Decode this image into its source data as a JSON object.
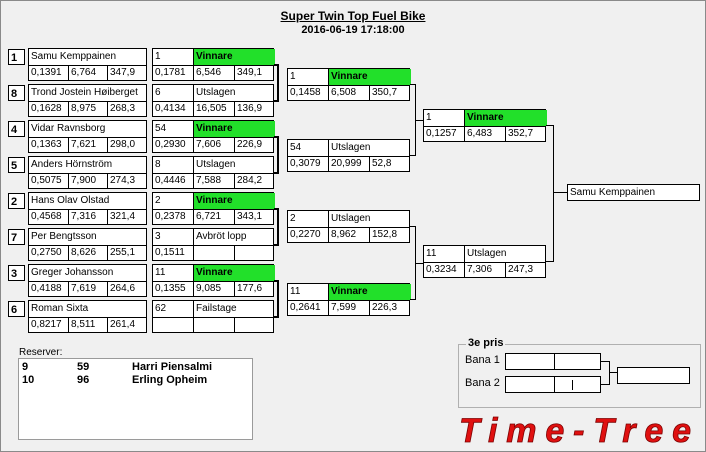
{
  "title": "Super Twin Top Fuel Bike",
  "datetime": "2016-06-19 17:18:00",
  "round1": [
    {
      "seed": "1",
      "name": "Samu Kemppainen",
      "rt": "0,1391",
      "et": "6,764",
      "mph": "347,9",
      "lane_no": "1",
      "status": "Vinnare",
      "winner": true,
      "r_rt": "0,1781",
      "r_et": "6,546",
      "r_mph": "349,1"
    },
    {
      "seed": "8",
      "name": "Trond Jostein Høiberget",
      "rt": "0,1628",
      "et": "8,975",
      "mph": "268,3",
      "lane_no": "6",
      "status": "Utslagen",
      "winner": false,
      "r_rt": "0,4134",
      "r_et": "16,505",
      "r_mph": "136,9"
    },
    {
      "seed": "4",
      "name": "Vidar Ravnsborg",
      "rt": "0,1363",
      "et": "7,621",
      "mph": "298,0",
      "lane_no": "54",
      "status": "Vinnare",
      "winner": true,
      "r_rt": "0,2930",
      "r_et": "7,606",
      "r_mph": "226,9"
    },
    {
      "seed": "5",
      "name": "Anders Hörnström",
      "rt": "0,5075",
      "et": "7,900",
      "mph": "274,3",
      "lane_no": "8",
      "status": "Utslagen",
      "winner": false,
      "r_rt": "0,4446",
      "r_et": "7,588",
      "r_mph": "284,2"
    },
    {
      "seed": "2",
      "name": "Hans Olav Olstad",
      "rt": "0,4568",
      "et": "7,316",
      "mph": "321,4",
      "lane_no": "2",
      "status": "Vinnare",
      "winner": true,
      "r_rt": "0,2378",
      "r_et": "6,721",
      "r_mph": "343,1"
    },
    {
      "seed": "7",
      "name": "Per Bengtsson",
      "rt": "0,2750",
      "et": "8,626",
      "mph": "255,1",
      "lane_no": "3",
      "status": "Avbröt lopp",
      "winner": false,
      "r_rt": "0,1511",
      "r_et": "",
      "r_mph": ""
    },
    {
      "seed": "3",
      "name": "Greger Johansson",
      "rt": "0,4188",
      "et": "7,619",
      "mph": "264,6",
      "lane_no": "11",
      "status": "Vinnare",
      "winner": true,
      "r_rt": "0,1355",
      "r_et": "9,085",
      "r_mph": "177,6"
    },
    {
      "seed": "6",
      "name": "Roman Sixta",
      "rt": "0,8217",
      "et": "8,511",
      "mph": "261,4",
      "lane_no": "62",
      "status": "Failstage",
      "winner": false,
      "r_rt": "",
      "r_et": "",
      "r_mph": ""
    }
  ],
  "semis": [
    {
      "no": "1",
      "status": "Vinnare",
      "winner": true,
      "rt": "0,1458",
      "et": "6,508",
      "mph": "350,7"
    },
    {
      "no": "54",
      "status": "Utslagen",
      "winner": false,
      "rt": "0,3079",
      "et": "20,999",
      "mph": "52,8"
    },
    {
      "no": "2",
      "status": "Utslagen",
      "winner": false,
      "rt": "0,2270",
      "et": "8,962",
      "mph": "152,8"
    },
    {
      "no": "11",
      "status": "Vinnare",
      "winner": true,
      "rt": "0,2641",
      "et": "7,599",
      "mph": "226,3"
    }
  ],
  "final": [
    {
      "no": "1",
      "status": "Vinnare",
      "winner": true,
      "rt": "0,1257",
      "et": "6,483",
      "mph": "352,7"
    },
    {
      "no": "11",
      "status": "Utslagen",
      "winner": false,
      "rt": "0,3234",
      "et": "7,306",
      "mph": "247,3"
    }
  ],
  "champion": "Samu Kemppainen",
  "reserves": {
    "label": "Reserver:",
    "rows": [
      {
        "a": "9",
        "b": "59",
        "name": "Harri Piensalmi"
      },
      {
        "a": "10",
        "b": "96",
        "name": "Erling Opheim"
      }
    ]
  },
  "third": {
    "label": "3e pris",
    "lane1": "Bana 1",
    "lane2": "Bana 2"
  },
  "logo": "Time-Tree"
}
